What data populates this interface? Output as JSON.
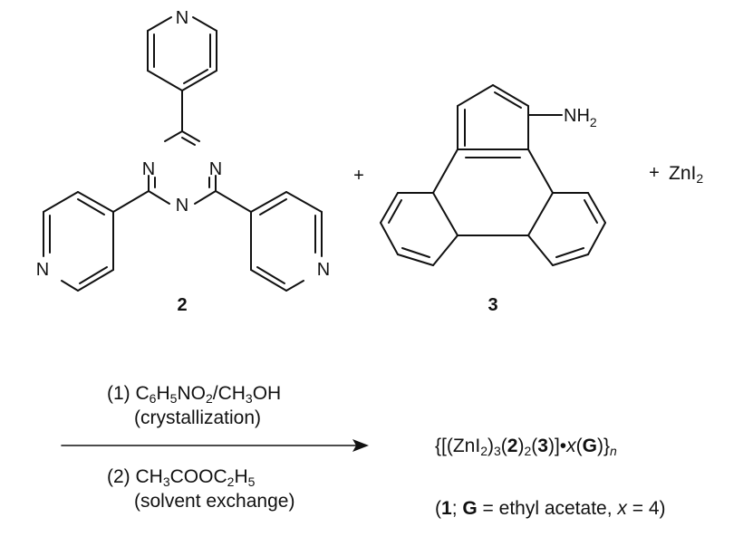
{
  "compound_labels": {
    "triazine": "2",
    "triphenylene": "3"
  },
  "atoms": {
    "pyridine_n": "N",
    "triazine_n": "N",
    "amine": "NH",
    "amine_h_sub": "2"
  },
  "operators": {
    "plus1": "+",
    "plus2": "+"
  },
  "reagent": {
    "base": "ZnI",
    "sub": "2"
  },
  "conditions": {
    "step1": {
      "prefix": "(1) C",
      "s1": "6",
      "t1": "H",
      "s2": "5",
      "t2": "NO",
      "s3": "2",
      "t3": "/CH",
      "s4": "3",
      "t4": "OH",
      "note": "(crystallization)"
    },
    "step2": {
      "prefix": "(2) CH",
      "s1": "3",
      "t1": "COOC",
      "s2": "2",
      "t2": "H",
      "s3": "5",
      "note": "(solvent exchange)"
    }
  },
  "product": {
    "formula": {
      "a": "{[(ZnI",
      "s1": "2",
      "b": ")",
      "s2": "3",
      "c": "(",
      "d": "2",
      "e": ")",
      "s3": "2",
      "f": "(",
      "g": "3",
      "h": ")]•",
      "x": "x",
      "i": "(",
      "G": "G",
      "j": ")}",
      "n": "n"
    },
    "description": {
      "open": "(",
      "one": "1",
      "mid": "; ",
      "G": "G",
      "eq": " = ethyl acetate, ",
      "x": "x",
      "tail": " = 4)"
    }
  }
}
